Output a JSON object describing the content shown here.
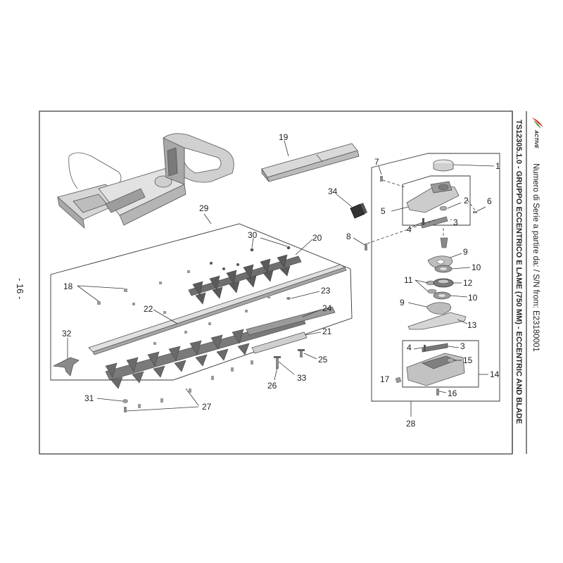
{
  "page": {
    "page_number": "- 16 -",
    "title": "TS12305.1.0 - GRUPPO ECCENTRICO E LAME (750 MM) - ECCENTRIC AND BLADE",
    "serial": "Numero di Serie a partire da: / S/N from:  E23180001",
    "brand": "ACTIVE"
  },
  "callouts": {
    "n1": "1",
    "n2": "2",
    "n3": "3",
    "n3b": "3",
    "n4": "4",
    "n4b": "4",
    "n5": "5",
    "n6": "6",
    "n7": "7",
    "n8": "8",
    "n9": "9",
    "n9b": "9",
    "n10": "10",
    "n10b": "10",
    "n11": "11",
    "n12": "12",
    "n13": "13",
    "n14": "14",
    "n15": "15",
    "n16": "16",
    "n17": "17",
    "n18": "18",
    "n19": "19",
    "n20": "20",
    "n21": "21",
    "n22": "22",
    "n23": "23",
    "n24": "24",
    "n25": "25",
    "n26": "26",
    "n27": "27",
    "n28": "28",
    "n29": "29",
    "n30": "30",
    "n31": "31",
    "n32": "32",
    "n33": "33",
    "n34": "34"
  },
  "colors": {
    "brand_red": "#d42a1f",
    "brand_green": "#2e8b3a",
    "part_fill": "#bfbfbf",
    "part_dark": "#6f6f6f",
    "line": "#333333"
  }
}
